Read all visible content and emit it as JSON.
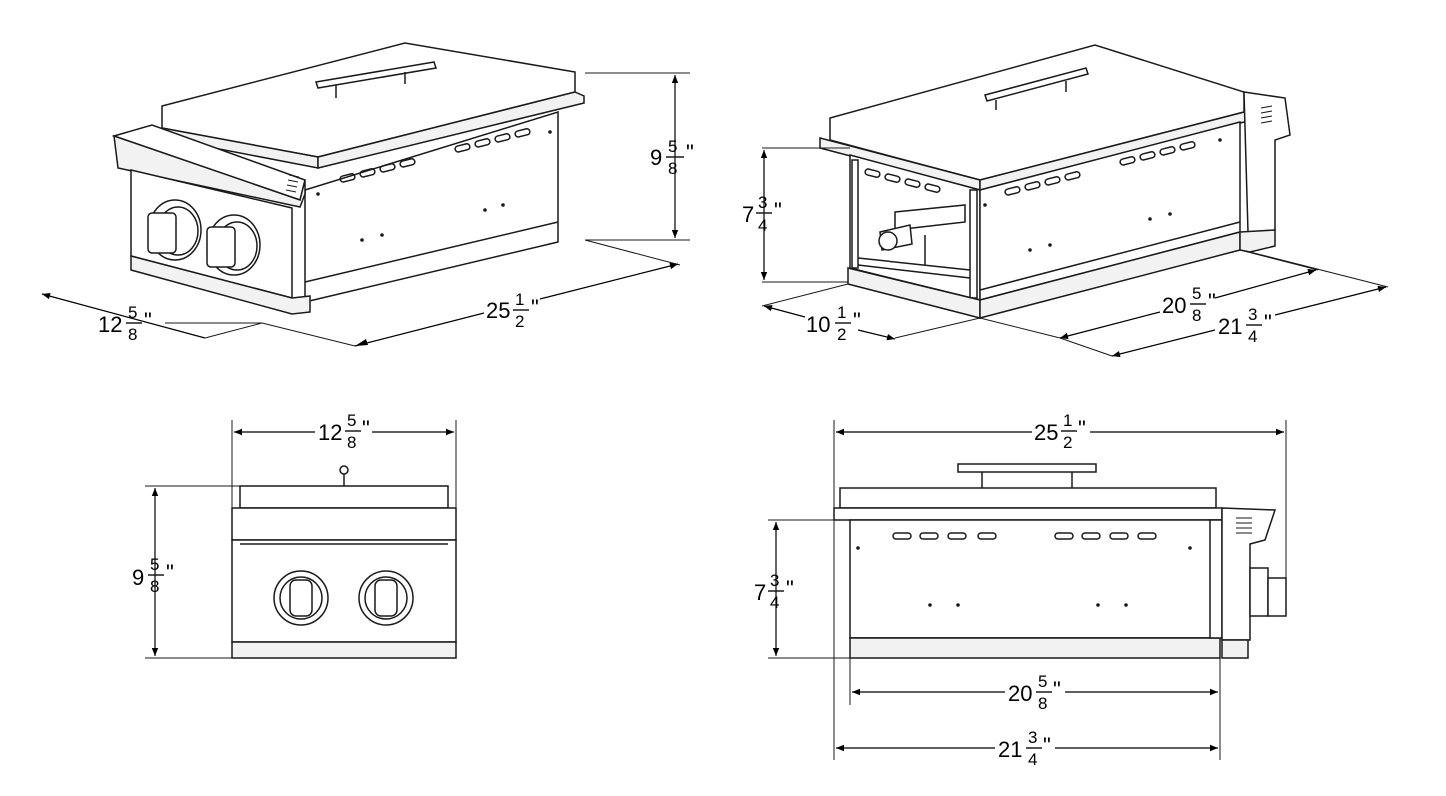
{
  "dimensions": {
    "iso_front_height": {
      "whole": "9",
      "num": "5",
      "den": "8",
      "unit": "\""
    },
    "iso_front_depth": {
      "whole": "12",
      "num": "5",
      "den": "8",
      "unit": "\""
    },
    "iso_front_width": {
      "whole": "25",
      "num": "1",
      "den": "2",
      "unit": "\""
    },
    "iso_back_height": {
      "whole": "7",
      "num": "3",
      "den": "4",
      "unit": "\""
    },
    "iso_back_depth": {
      "whole": "10",
      "num": "1",
      "den": "2",
      "unit": "\""
    },
    "iso_back_inner": {
      "whole": "20",
      "num": "5",
      "den": "8",
      "unit": "\""
    },
    "iso_back_outer": {
      "whole": "21",
      "num": "3",
      "den": "4",
      "unit": "\""
    },
    "front_width": {
      "whole": "12",
      "num": "5",
      "den": "8",
      "unit": "\""
    },
    "front_height": {
      "whole": "9",
      "num": "5",
      "den": "8",
      "unit": "\""
    },
    "side_width": {
      "whole": "25",
      "num": "1",
      "den": "2",
      "unit": "\""
    },
    "side_height": {
      "whole": "7",
      "num": "3",
      "den": "4",
      "unit": "\""
    },
    "side_inner": {
      "whole": "20",
      "num": "5",
      "den": "8",
      "unit": "\""
    },
    "side_outer": {
      "whole": "21",
      "num": "3",
      "den": "4",
      "unit": "\""
    }
  }
}
